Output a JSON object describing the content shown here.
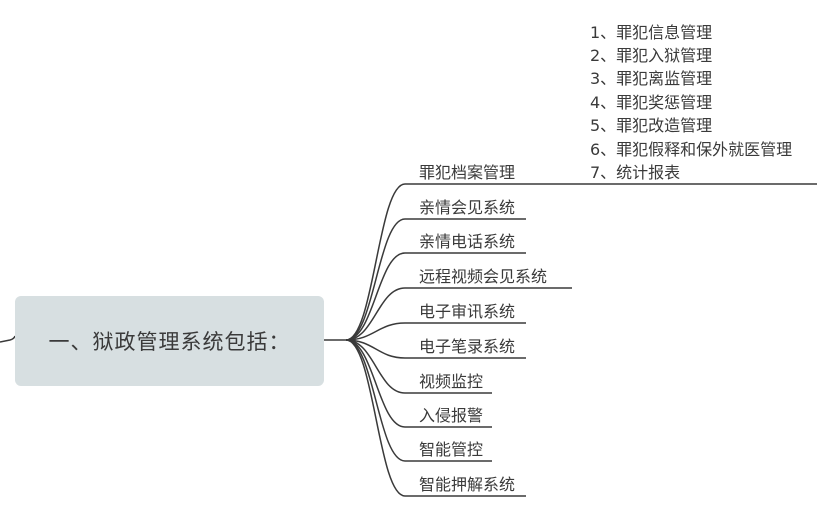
{
  "root": {
    "label": "一、狱政管理系统包括："
  },
  "branches": [
    {
      "label": "罪犯档案管理"
    },
    {
      "label": "亲情会见系统"
    },
    {
      "label": "亲情电话系统"
    },
    {
      "label": "远程视频会见系统"
    },
    {
      "label": "电子审讯系统"
    },
    {
      "label": "电子笔录系统"
    },
    {
      "label": "视频监控"
    },
    {
      "label": "入侵报警"
    },
    {
      "label": "智能管控"
    },
    {
      "label": "智能押解系统"
    }
  ],
  "archive_subitems": [
    "1、罪犯信息管理",
    "2、罪犯入狱管理",
    "3、罪犯离监管理",
    "4、罪犯奖惩管理",
    "5、罪犯改造管理",
    "6、罪犯假释和保外就医管理",
    "7、统计报表"
  ],
  "colors": {
    "line": "#3a3a3a",
    "root_fill": "#d7dfe1",
    "text": "#3a3a3a"
  }
}
